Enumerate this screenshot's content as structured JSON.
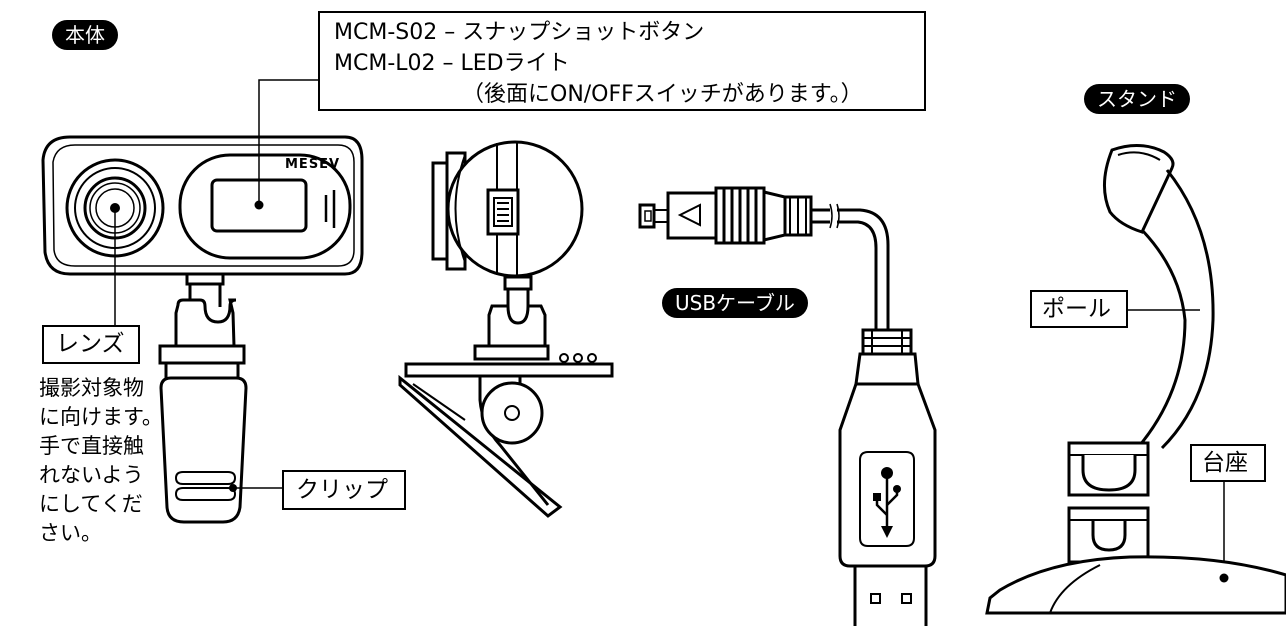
{
  "labels": {
    "body": "本体",
    "stand": "スタンド",
    "usb_cable": "USBケーブル",
    "model_line1": "MCM-S02 – スナップショットボタン",
    "model_line2": "MCM-L02 – LEDライト",
    "model_line3": "（後面にON/OFFスイッチがあります。）",
    "lens": "レンズ",
    "clip": "クリップ",
    "pole": "ポール",
    "base": "台座",
    "brand": "MESEV"
  },
  "lens_note": [
    "撮影対象物",
    "に向けます。",
    "手で直接触",
    "れないよう",
    "にしてくだ",
    "さい。"
  ]
}
